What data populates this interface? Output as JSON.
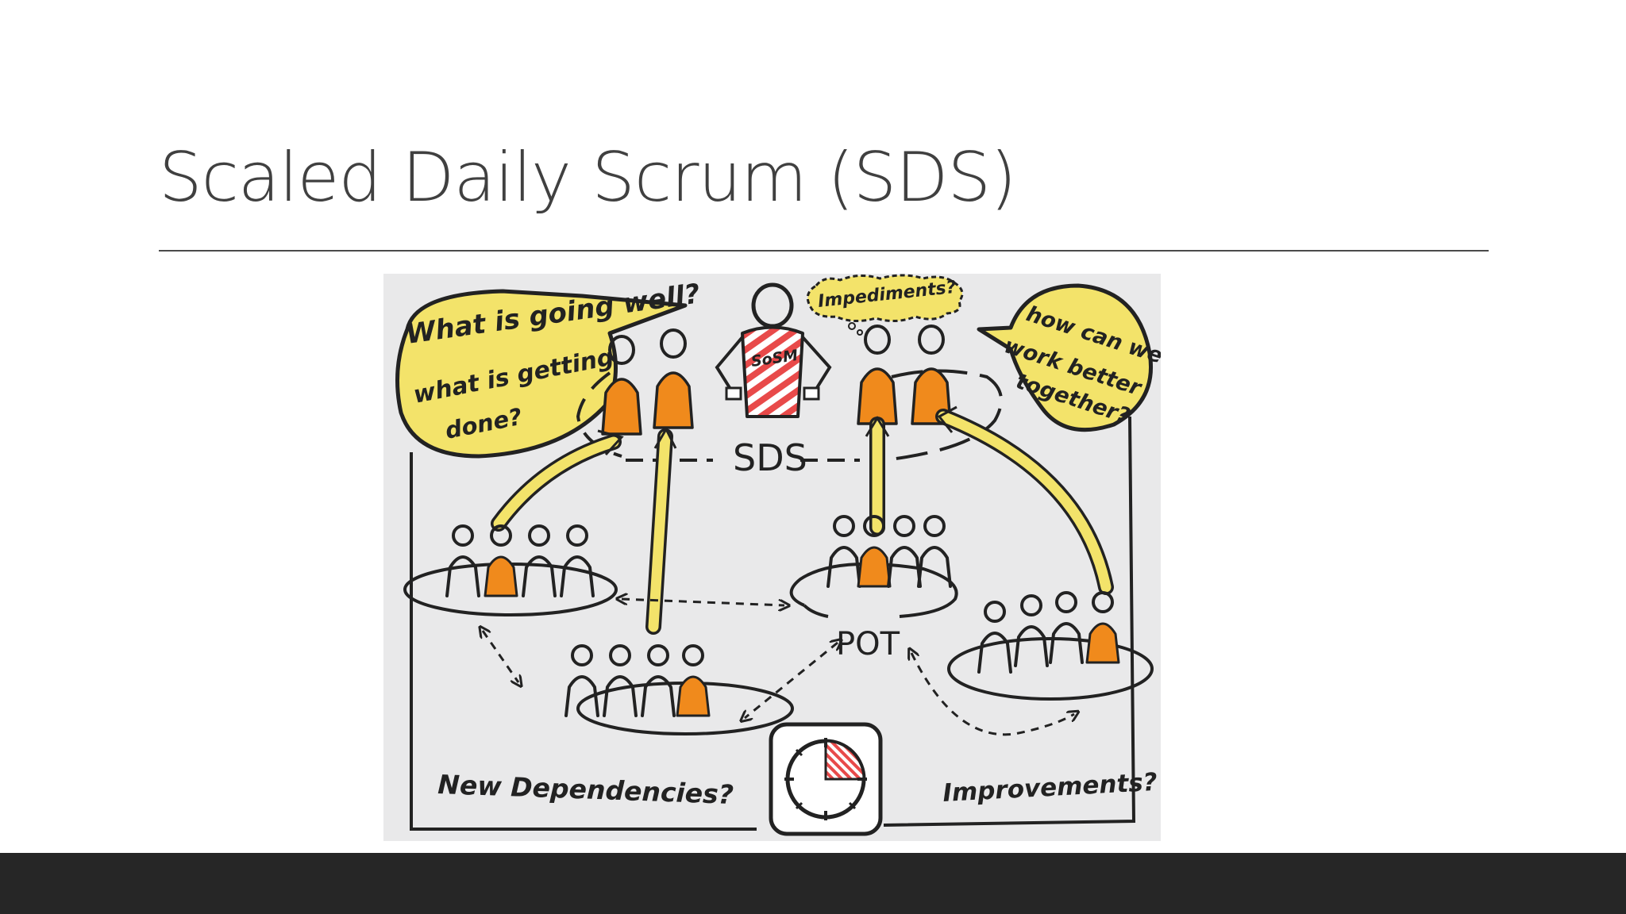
{
  "slide": {
    "title": "Scaled Daily Scrum (SDS)"
  },
  "sketch": {
    "bubble_left_lines": [
      "What is going well?",
      "what is getting",
      "done?"
    ],
    "bubble_right_lines": [
      "how can we",
      "work better",
      "together?"
    ],
    "impediments": "Impediments?",
    "sosm_label": "SoSM",
    "sds_label": "SDS",
    "pot_label": "POT",
    "new_dependencies": "New Dependencies?",
    "improvements": "Improvements?",
    "colors": {
      "orange": "#f08a1c",
      "yellow": "#f3e36a",
      "red": "#e84a4a",
      "ink": "#222222"
    }
  }
}
